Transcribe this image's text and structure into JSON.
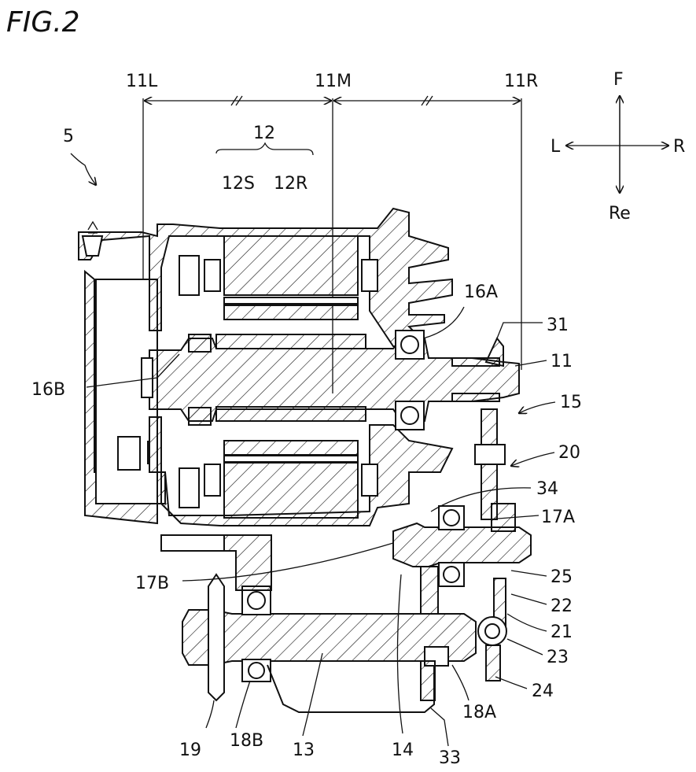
{
  "figure": {
    "title": "FIG.2",
    "dimensions": {
      "left": "11L",
      "middle": "11M",
      "right": "11R"
    },
    "directions": {
      "front": "F",
      "left": "L",
      "right": "R",
      "rear": "Re"
    },
    "labels": {
      "unit": "5",
      "motor": "12",
      "stator": "12S",
      "rotor": "12R",
      "bearing_16A": "16A",
      "bearing_16B": "16B",
      "part_31": "31",
      "shaft_11": "11",
      "part_15": "15",
      "part_20": "20",
      "part_34": "34",
      "bearing_17A": "17A",
      "bearing_17B": "17B",
      "part_25": "25",
      "part_22": "22",
      "part_21": "21",
      "part_23": "23",
      "part_24": "24",
      "bearing_18A": "18A",
      "bearing_18B": "18B",
      "part_19": "19",
      "shaft_13": "13",
      "gear_14": "14",
      "part_33": "33"
    }
  }
}
